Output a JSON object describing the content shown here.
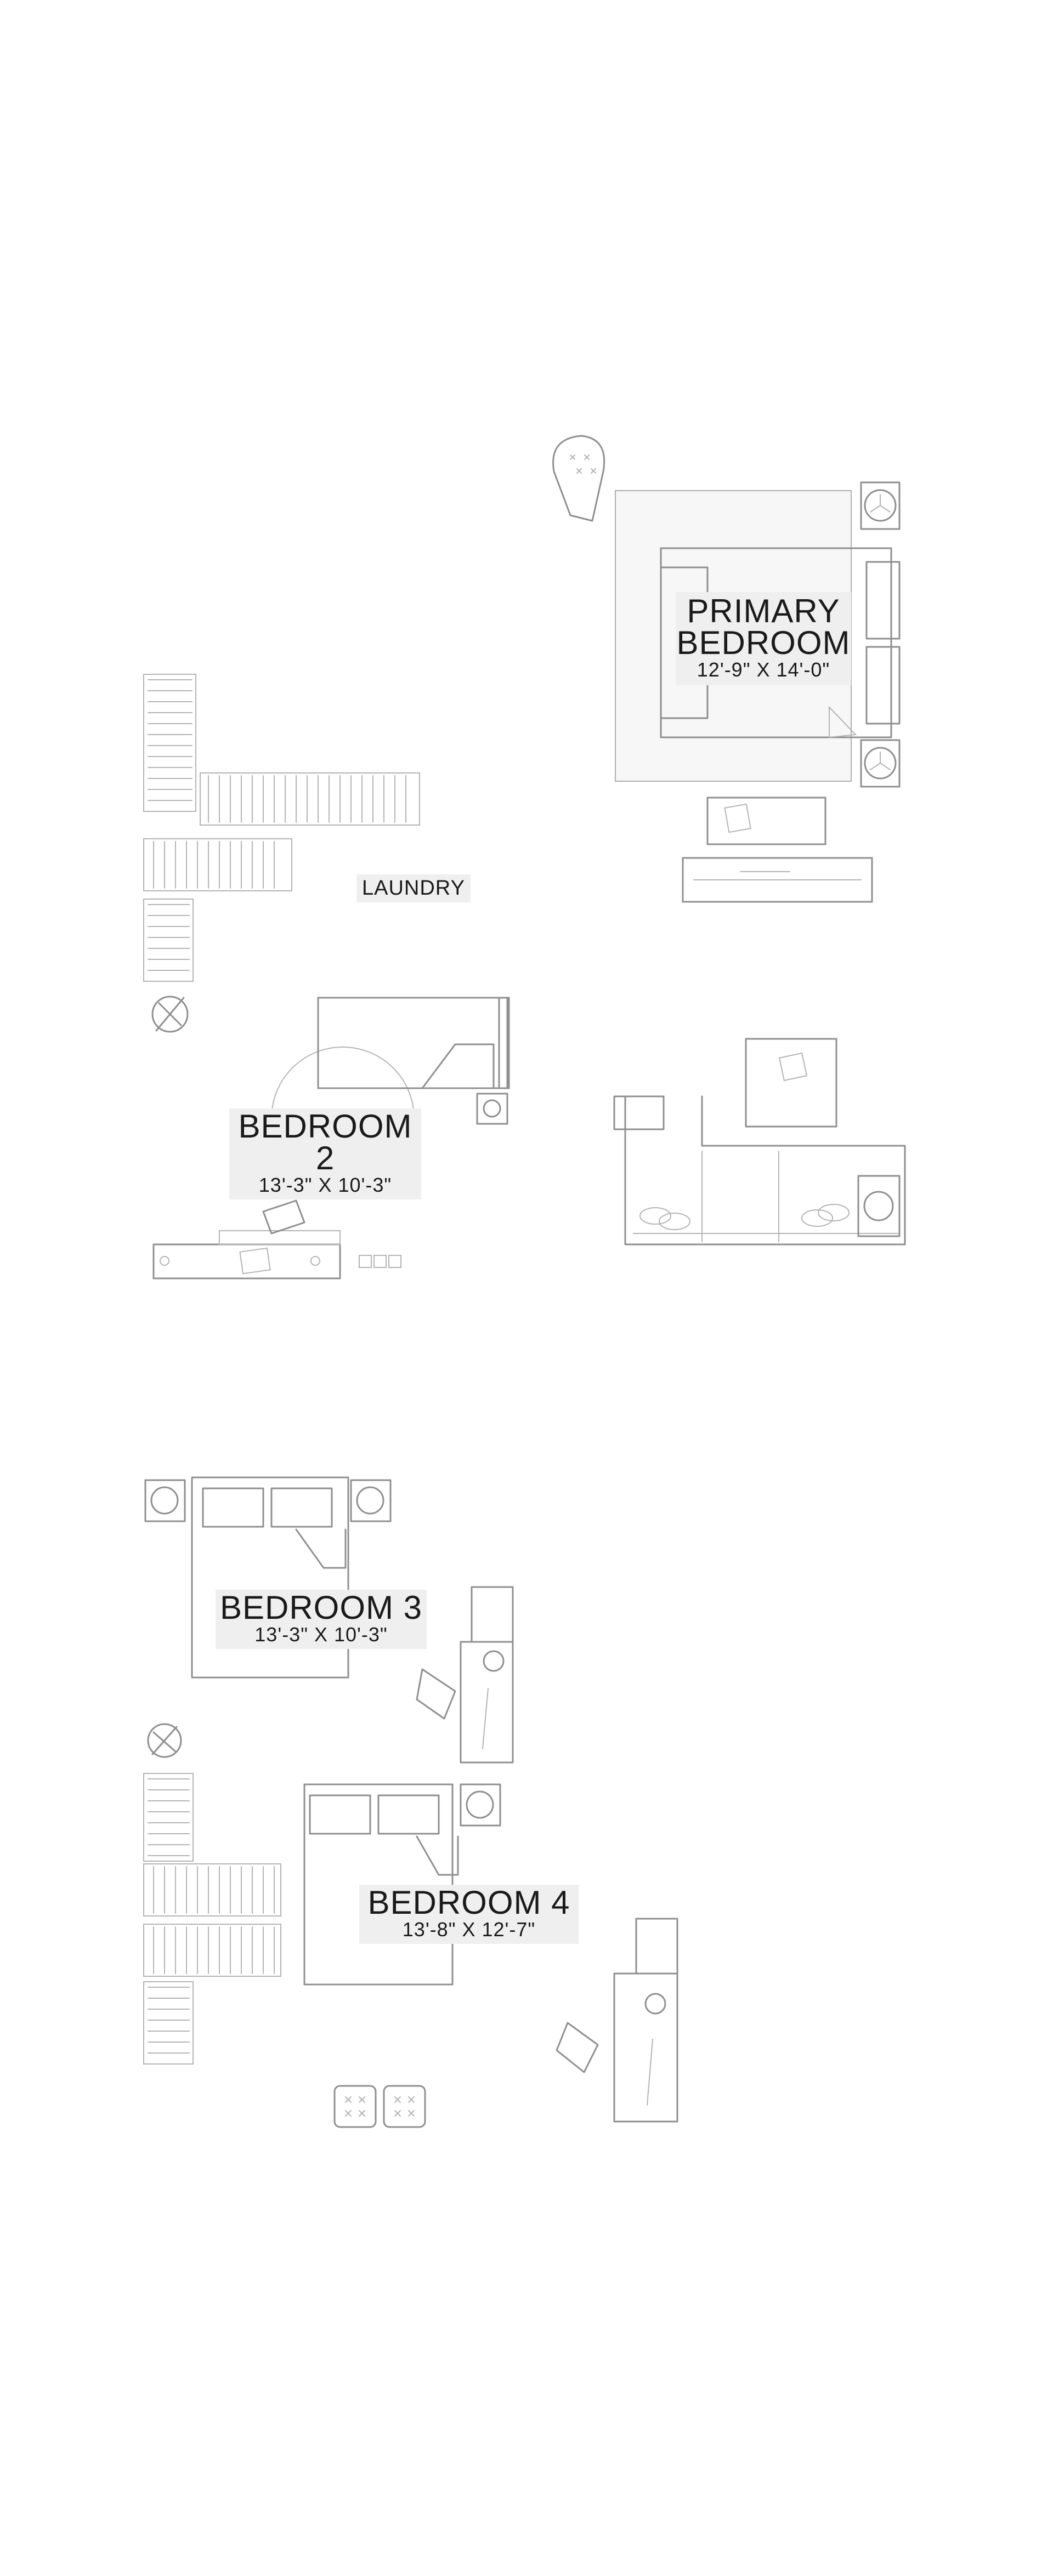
{
  "rooms": {
    "primary": {
      "name_line1": "PRIMARY",
      "name_line2": "BEDROOM",
      "dimensions": "12'-9\" X 14'-0\""
    },
    "bedroom2": {
      "name": "BEDROOM 2",
      "dimensions": "13'-3\" X 10'-3\""
    },
    "bedroom3": {
      "name": "BEDROOM 3",
      "dimensions": "13'-3\" X 10'-3\""
    },
    "bedroom4": {
      "name": "BEDROOM 4",
      "dimensions": "13'-8\" X 12'-7\""
    },
    "laundry": {
      "name": "LAUNDRY"
    }
  },
  "colors": {
    "sketch": "#8f8f8f",
    "label_bg": "#efefef",
    "text": "#1a1a1a"
  }
}
